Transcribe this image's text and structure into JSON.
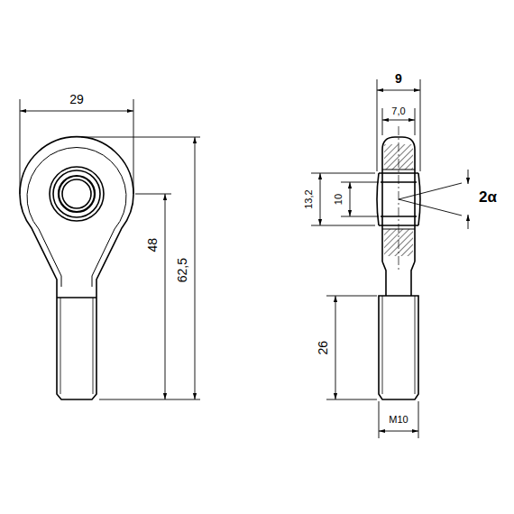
{
  "diagram": {
    "labels": [
      "29",
      "48",
      "62,5",
      "9",
      "7,0",
      "13,2",
      "10",
      "2α",
      "26",
      "M10"
    ]
  }
}
